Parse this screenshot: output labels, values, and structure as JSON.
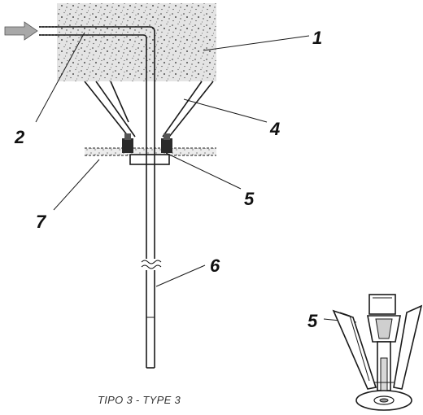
{
  "callouts": {
    "c1": "1",
    "c2": "2",
    "c4": "4",
    "c5": "5",
    "c6": "6",
    "c7": "7",
    "c5_detail": "5"
  },
  "caption": "TIPO 3 - TYPE 3",
  "colors": {
    "stroke": "#1a1a1a",
    "concrete": "#e2e2e2",
    "arrow": "#a8a8a8",
    "background": "#ffffff"
  },
  "icons": {
    "flow_arrow": "arrow-right-icon"
  }
}
